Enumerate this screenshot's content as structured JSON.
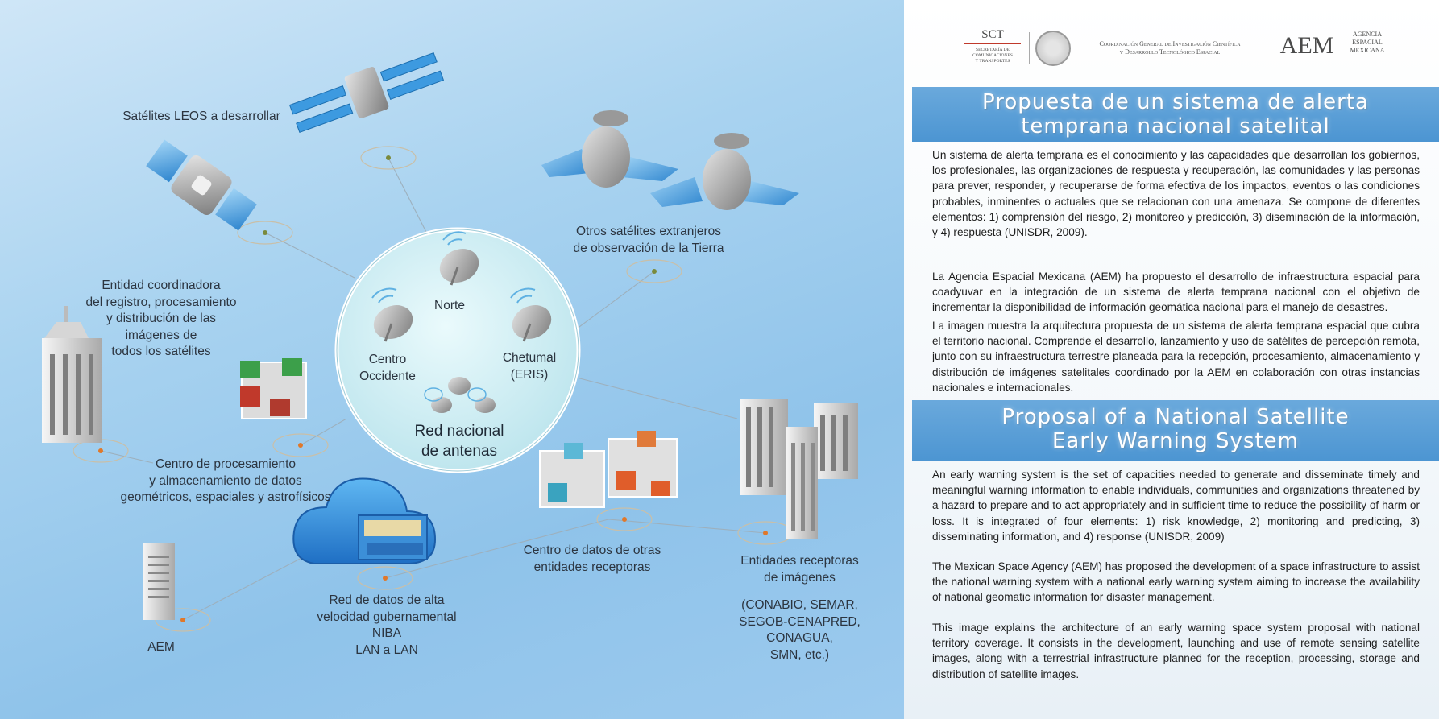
{
  "diagram": {
    "labels": {
      "leos": "Satélites LEOS a desarrollar",
      "foreign": "Otros satélites extranjeros\nde observación de la Tierra",
      "coordinator": "Entidad coordinadora\ndel registro, procesamiento\ny distribución de las\nimágenes de\ntodos los satélites",
      "norte": "Norte",
      "centro_occidente": "Centro\nOccidente",
      "chetumal": "Chetumal\n(ERIS)",
      "antenna_network": "Red nacional\nde antenas",
      "processing": "Centro de procesamiento\ny almacenamiento de datos\ngeométricos, espaciales y astrofísicos",
      "other_data_center": "Centro de datos de otras\nentidades receptoras",
      "receivers": "Entidades receptoras\nde imágenes",
      "receivers_list": "(CONABIO, SEMAR,\nSEGOB-CENAPRED,\nCONAGUA,\nSMN, etc.)",
      "niba": "Red de datos de alta\nvelocidad gubernamental\nNIBA\nLAN a LAN",
      "aem": "AEM"
    }
  },
  "logos": {
    "sct": "SCT",
    "sct_sub": "SECRETARÍA DE\nCOMUNICACIONES\nY TRANSPORTES",
    "coordinacion": "Coordinación General de Investigación Científica\ny Desarrollo Tecnológico Espacial",
    "aem": "AEM",
    "aem_sub": "AGENCIA\nESPACIAL\nMEXICANA"
  },
  "panel": {
    "title_es": [
      "Propuesta de un sistema de alerta",
      "temprana nacional satelital"
    ],
    "para_es": [
      "Un sistema de alerta temprana es el conocimiento y las capacidades que desarrollan los gobiernos, los profesionales, las organizaciones de respuesta y recuperación, las comunidades y las personas para prever, responder, y recuperarse de forma efectiva de los impactos, eventos o las condiciones probables, inminentes o actuales que se relacionan con una amenaza. Se compone de diferentes elementos: 1) comprensión del riesgo, 2) monitoreo y predicción, 3) diseminación de la información, y 4) respuesta (UNISDR, 2009).",
      "La Agencia Espacial Mexicana (AEM) ha propuesto el desarrollo de infraestructura espacial para coadyuvar en la integración de un sistema de alerta temprana nacional con el objetivo de incrementar la disponibilidad de información geomática nacional para el manejo de desastres.",
      "La imagen muestra la arquitectura propuesta de un sistema de alerta temprana espacial que cubra el territorio nacional. Comprende el desarrollo, lanzamiento y uso de satélites de percepción remota, junto con su infraestructura terrestre planeada para la recepción, procesamiento, almacenamiento y distribución de imágenes satelitales coordinado por la AEM en colaboración con otras instancias nacionales e internacionales."
    ],
    "title_en": [
      "Proposal of a National Satellite",
      "Early Warning System"
    ],
    "para_en": [
      "An early warning system is the set of capacities needed to generate and disseminate timely and meaningful warning information to enable individuals, communities and organizations threatened by a hazard to prepare and to act appropriately and in sufficient time to reduce the possibility of harm or loss. It is integrated of four elements: 1) risk knowledge, 2) monitoring and predicting, 3) disseminating information, and 4) response (UNISDR, 2009)",
      "The Mexican Space Agency (AEM) has proposed the development of a space infrastructure to assist the national warning system with a national early warning system aiming to increase the availability of national geomatic information for disaster management.",
      "This image explains the architecture of an early warning space system proposal with national territory coverage. It consists in the development, launching and use of remote sensing satellite images, along with a terrestrial infrastructure planned for the reception, processing, storage and distribution of satellite images."
    ]
  },
  "colors": {
    "accent_blue": "#4c95d2",
    "node_dot": "#e0782a",
    "circle_fill": "#d8f0f4"
  }
}
